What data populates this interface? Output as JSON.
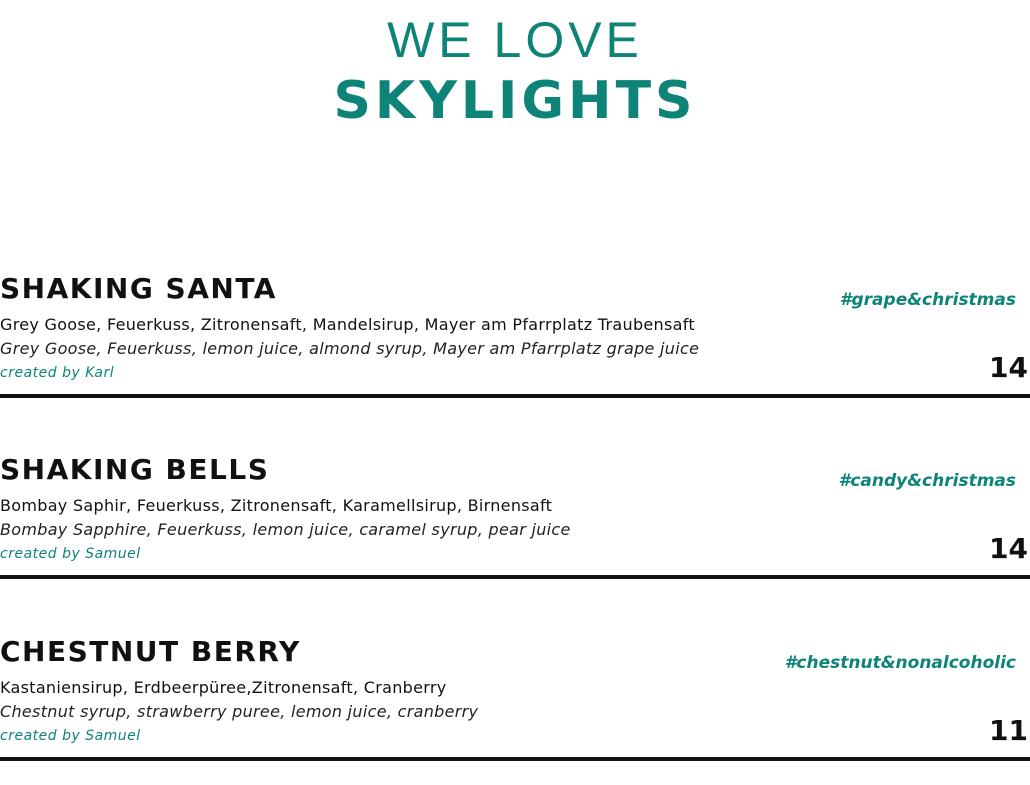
{
  "header": {
    "line1": "WE LOVE",
    "line2": "SKYLIGHTS"
  },
  "items": [
    {
      "name": "SHAKING SANTA",
      "ingredients_de": "Grey Goose, Feuerkuss, Zitronensaft, Mandelsirup, Mayer am Pfarrplatz Traubensaft",
      "ingredients_en": "Grey Goose, Feuerkuss, lemon juice, almond syrup, Mayer am Pfarrplatz grape juice",
      "creator": "created by Karl",
      "tag": "#grape&christmas",
      "price": "14"
    },
    {
      "name": "SHAKING BELLS",
      "ingredients_de": "Bombay Saphir, Feuerkuss, Zitronensaft, Karamellsirup, Birnensaft",
      "ingredients_en": "Bombay Sapphire, Feuerkuss, lemon juice, caramel syrup, pear juice",
      "creator": "created by Samuel",
      "tag": "#candy&christmas",
      "price": "14"
    },
    {
      "name": "CHESTNUT BERRY",
      "ingredients_de": "Kastaniensirup, Erdbeerpüree,Zitronensaft, Cranberry",
      "ingredients_en": "Chestnut syrup, strawberry puree, lemon juice, cranberry",
      "creator": "created by Samuel",
      "tag": "#chestnut&nonalcoholic",
      "price": "11"
    }
  ],
  "colors": {
    "accent": "#0e8479",
    "text": "#111111",
    "background": "#ffffff"
  }
}
